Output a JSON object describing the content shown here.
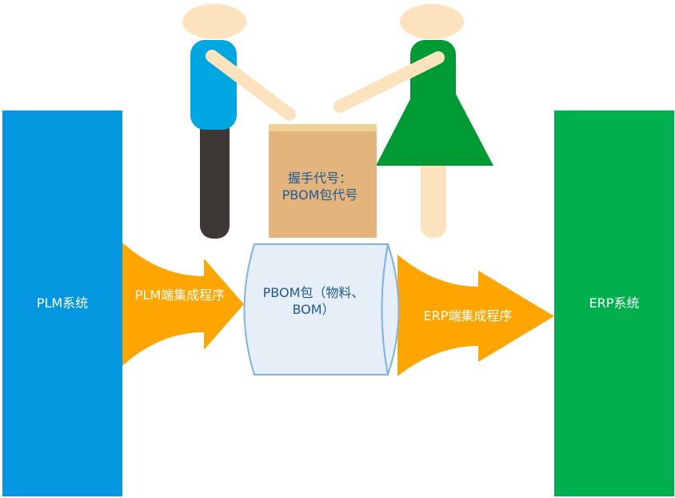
{
  "plm_system": "PLM系统",
  "erp_system": "ERP系统",
  "plm_integration": "PLM端集成程序",
  "erp_integration": "ERP端集成程序",
  "pbom_package": "PBOM包（物料、BOM）",
  "handshake_code": "握手代号：PBOM包代号",
  "colors": {
    "plm": "#0598e0",
    "erp": "#00b04f",
    "arrow": "#ffa500",
    "cylinder": "#e6eef8",
    "box": "#e3b57d"
  }
}
